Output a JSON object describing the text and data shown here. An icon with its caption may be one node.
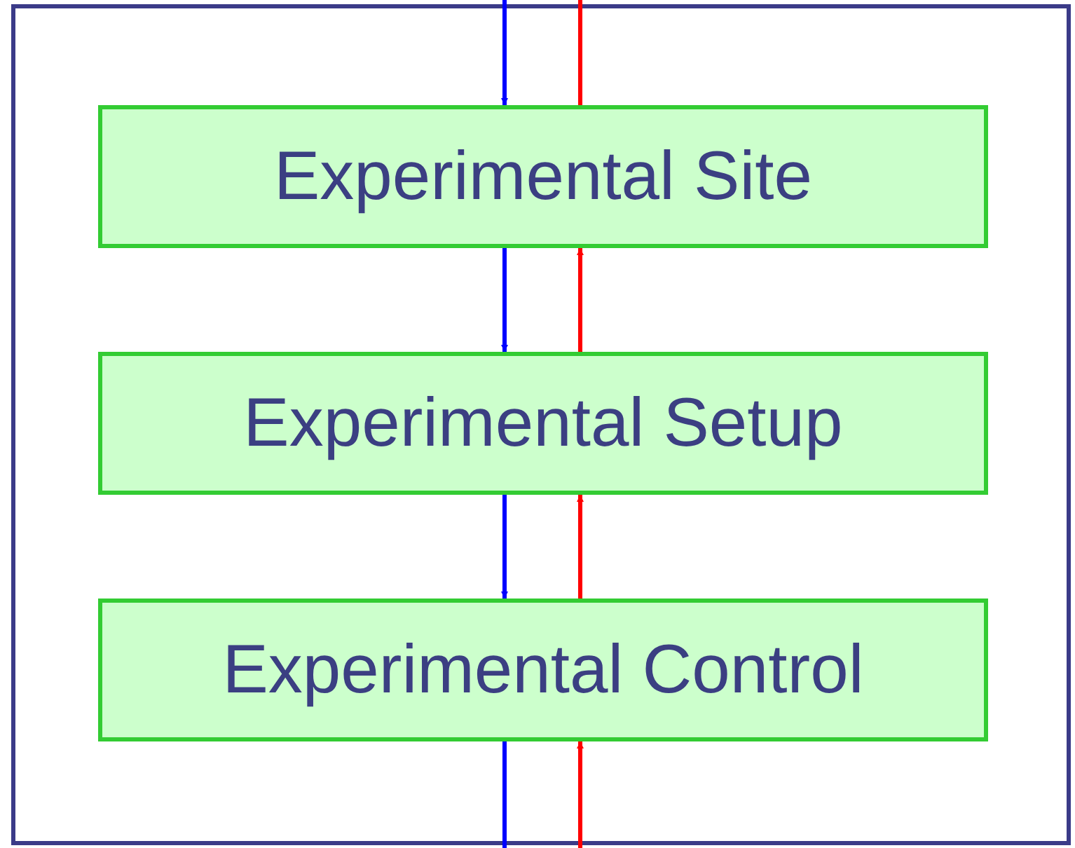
{
  "diagram": {
    "nodes": [
      {
        "text": [],
        "shape": "box"
      },
      {
        "text": [
          "Experimental Site"
        ],
        "in": 0
      },
      {
        "text": [
          "Experimental Setup"
        ],
        "in": 0
      },
      {
        "text": [
          "Experimental Control"
        ],
        "in": 0
      }
    ],
    "edges": [
      {
        "from": null,
        "to": 1,
        "arrow": "to",
        "color": "#0000ff"
      },
      {
        "from": 1,
        "to": 2,
        "arrow": "to",
        "color": "#0000ff"
      },
      {
        "from": 2,
        "to": 3,
        "arrow": "to",
        "color": "#0000ff"
      },
      {
        "from": 3,
        "to": null,
        "arrow": "none",
        "color": "#0000ff"
      },
      {
        "from": null,
        "to": 3,
        "arrow": "to",
        "color": "#ff0000"
      },
      {
        "from": 3,
        "to": 2,
        "arrow": "to",
        "color": "#ff0000"
      },
      {
        "from": 2,
        "to": 1,
        "arrow": "to",
        "color": "#ff0000"
      },
      {
        "from": 1,
        "to": null,
        "arrow": "none",
        "color": "#ff0000"
      }
    ]
  }
}
